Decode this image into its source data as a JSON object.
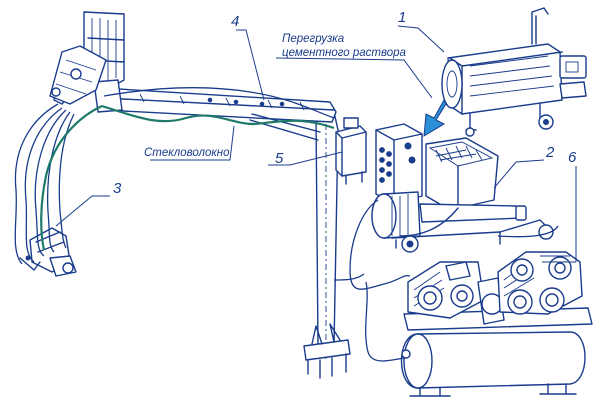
{
  "labels": {
    "callout_1": "1",
    "callout_2": "2",
    "callout_3": "3",
    "callout_4": "4",
    "callout_5": "5",
    "callout_6": "6",
    "transfer_line1": "Перегрузка",
    "transfer_line2": "цементного раствора",
    "fiber": "Стекловолокно"
  },
  "colors": {
    "line": "#1a3c8c",
    "fiber_hose": "#1f7a6a",
    "arrow": "#2a8fd6"
  }
}
